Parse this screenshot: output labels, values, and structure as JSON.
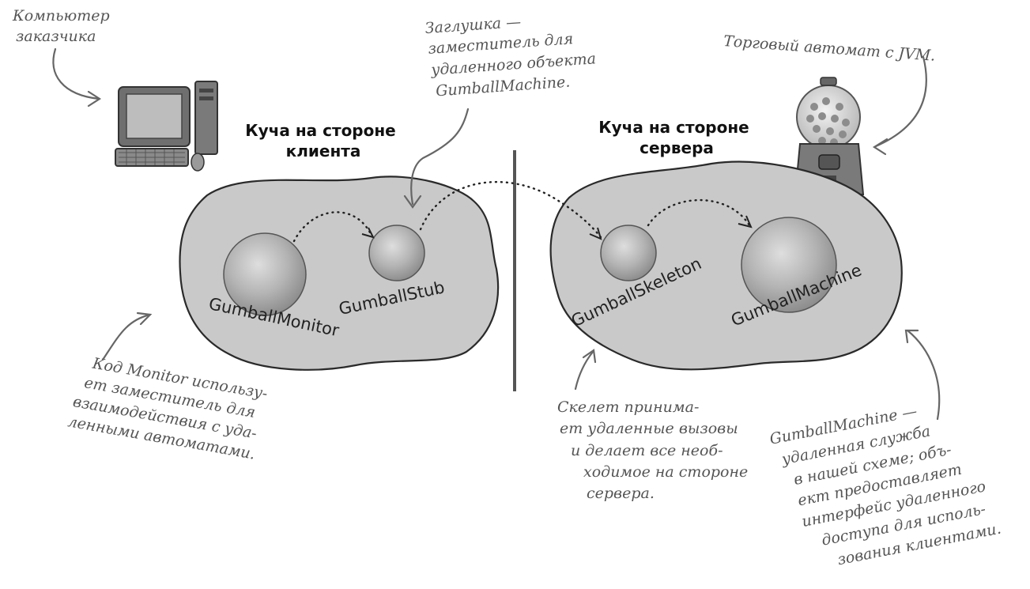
{
  "client_heap": {
    "title_lines": [
      "Куча на стороне",
      "клиента"
    ]
  },
  "server_heap": {
    "title_lines": [
      "Куча на стороне",
      "сервера"
    ]
  },
  "nodes": {
    "monitor": "GumballMonitor",
    "stub": "GumballStub",
    "skeleton": "GumballSkeleton",
    "machine": "GumballMachine"
  },
  "notes": {
    "customer_computer": [
      "Компьютер",
      "заказчика"
    ],
    "stub": [
      "Заглушка —",
      "заместитель для",
      "удаленного объекта",
      "GumballMachine."
    ],
    "vending_jvm": [
      "Торговый автомат с JVM."
    ],
    "monitor": [
      "Код Monitor использу-",
      "ет заместитель для",
      "взаимодействия с уда-",
      "ленными автоматами."
    ],
    "skeleton": [
      "Скелет принима-",
      "ет удаленные вызовы",
      "и делает все необ-",
      "ходимое на стороне",
      "сервера."
    ],
    "machine": [
      "GumballMachine —",
      "удаленная служба",
      "в нашей схеме; объ-",
      "ект предоставляет",
      "интерфейс удаленного",
      "доступа для исполь-",
      "зования клиентами."
    ]
  }
}
